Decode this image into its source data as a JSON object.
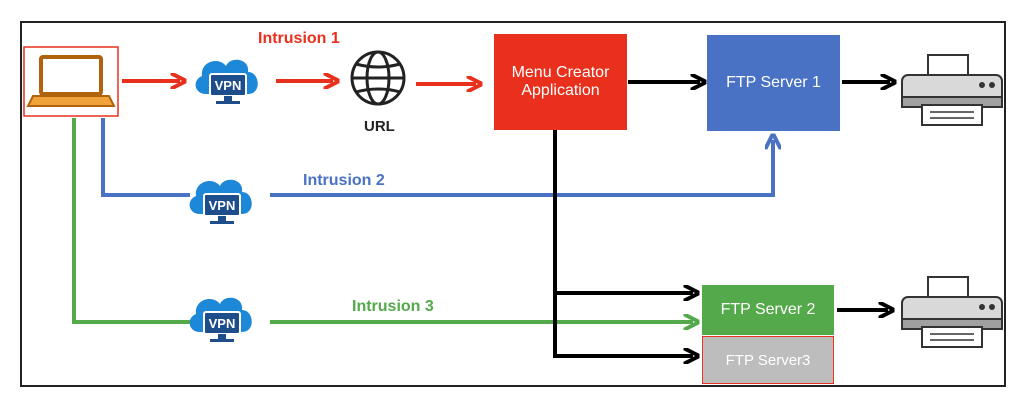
{
  "diagram": {
    "intrusions": [
      {
        "label": "Intrusion 1",
        "color": "#e8301c"
      },
      {
        "label": "Intrusion 2",
        "color": "#4a72c4"
      },
      {
        "label": "Intrusion 3",
        "color": "#54a94a"
      }
    ],
    "vpn_label": "VPN",
    "url_label": "URL",
    "menu_creator": {
      "line1": "Menu Creator",
      "line2": "Application",
      "color": "#e8301c"
    },
    "servers": [
      {
        "label": "FTP Server 1",
        "color": "#4a72c4"
      },
      {
        "label": "FTP Server 2",
        "color": "#54a94a"
      },
      {
        "label": "FTP Server3",
        "color": "#bdbdbd"
      }
    ],
    "icons": [
      "laptop-icon",
      "vpn-cloud-icon",
      "globe-icon",
      "printer-icon"
    ]
  }
}
